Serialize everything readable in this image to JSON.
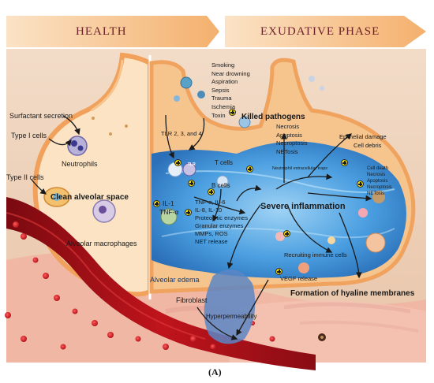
{
  "headers": {
    "health": "HEALTH",
    "exudative": "EXUDATIVE PHASE"
  },
  "caption": "(A)",
  "health_labels": {
    "surfactant": "Surfactant secretion",
    "type1": "Type I cells",
    "type2": "Type II cells",
    "neutrophils": "Neutrophils",
    "clean_space": "Clean alveolar space",
    "macrophages": "Alveolar macrophages"
  },
  "causes": [
    "Smoking",
    "Near drowning",
    "Aspiration",
    "Sepsis",
    "Trauma",
    "Ischemia",
    "Toxin"
  ],
  "killed_pathogens": "Killed pathogens",
  "death_modes": [
    "Necrosis",
    "Apoptosis",
    "Necroptosis",
    "NETosis"
  ],
  "epithelial_damage": "Epithelial damage",
  "cell_debris": "Cell debris",
  "tlr": "TLR 2, 3, and 4",
  "tlr_short": "TLR",
  "t_cells": "T cells",
  "b_cells": "B cells",
  "net_traps": "Neutrophil extracellular traps",
  "cell_death_list": [
    "Cell death",
    "Necrosis",
    "Apoptosis",
    "Necroptosis",
    "NETosis"
  ],
  "il1": "IL-1",
  "tnf": "TNF-α",
  "mediators": [
    "TNF-α, IL-6",
    "IL-8, IL-10",
    "Proteolytic enzymes",
    "Granular enzymes",
    "MMPs, ROS",
    "NET release"
  ],
  "severe_inflammation": "Severe inflammation",
  "recruiting": "Recruiting immune cells",
  "vegf": "VEGF release",
  "alveolar_edema": "Alveolar edema",
  "fibroblast": "Fibroblast",
  "hyperpermeability": "Hyperpermeability",
  "hyaline": "Formation of hyaline membranes",
  "colors": {
    "header_band": "#f4c79b",
    "header_text": "#6b1f28",
    "alveolus_wall": "#f3a761",
    "alveolus_fill": "#fbe6cf",
    "blood": "#a8131c",
    "edema_blue": "#3d8fd6",
    "plus_badge": "#f7e000"
  }
}
